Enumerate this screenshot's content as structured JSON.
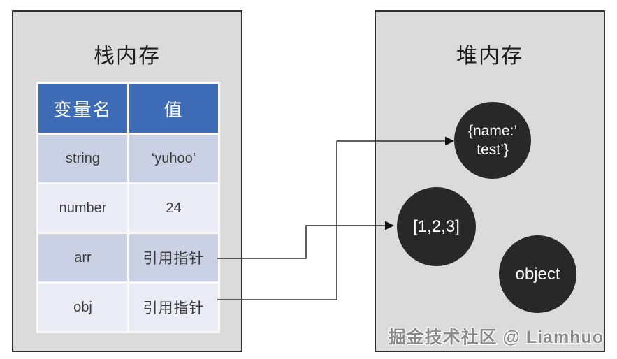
{
  "stack_panel": {
    "title": "栈内存",
    "table": {
      "headers": [
        "变量名",
        "值"
      ],
      "rows": [
        {
          "name": "string",
          "value": "‘yuhoo’"
        },
        {
          "name": "number",
          "value": "24"
        },
        {
          "name": "arr",
          "value": "引用指针"
        },
        {
          "name": "obj",
          "value": "引用指针"
        }
      ]
    }
  },
  "heap_panel": {
    "title": "堆内存",
    "objects": [
      {
        "id": "name-test",
        "line1": "{name:’",
        "line2": "test’}"
      },
      {
        "id": "array",
        "label": "[1,2,3]"
      },
      {
        "id": "object",
        "label": "object"
      }
    ],
    "watermark": "掘金技术社区 @ Liamhuo"
  },
  "references": [
    {
      "from": "arr",
      "to": "[1,2,3]"
    },
    {
      "from": "obj",
      "to": "{name:’test’}"
    }
  ],
  "colors": {
    "panel_fill": "#dbdbdb",
    "panel_border": "#2f2f2f",
    "table_header": "#3e6bb5",
    "row_band_dark": "#cbd1e5",
    "row_band_light": "#eaecf5",
    "circle_fill": "#282828",
    "connector": "#2b2b2b"
  }
}
